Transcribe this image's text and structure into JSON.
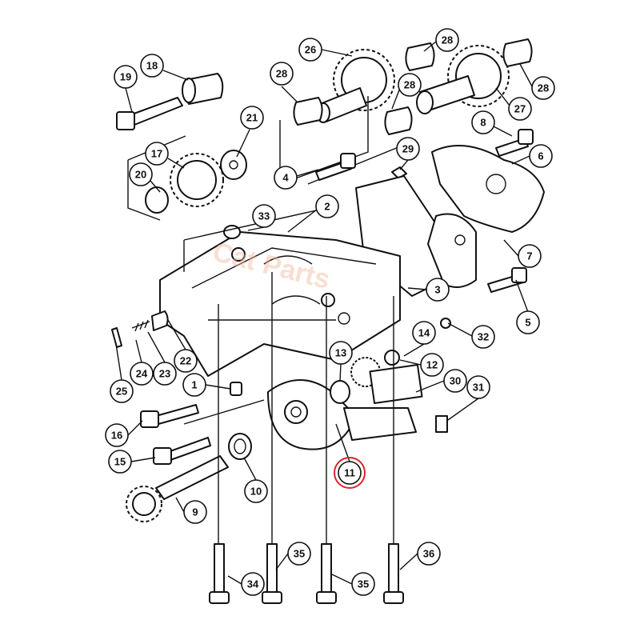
{
  "diagram": {
    "watermark": "",
    "highlight_color": "#d9262b",
    "highlighted_callout": "11",
    "callouts": [
      "19",
      "18",
      "21",
      "17",
      "20",
      "28",
      "26",
      "28",
      "28",
      "28",
      "27",
      "8",
      "6",
      "29",
      "4",
      "2",
      "33",
      "7",
      "3",
      "5",
      "32",
      "14",
      "13",
      "12",
      "30",
      "31",
      "22",
      "23",
      "24",
      "25",
      "1",
      "16",
      "15",
      "10",
      "11",
      "9",
      "34",
      "35",
      "35",
      "36"
    ]
  }
}
